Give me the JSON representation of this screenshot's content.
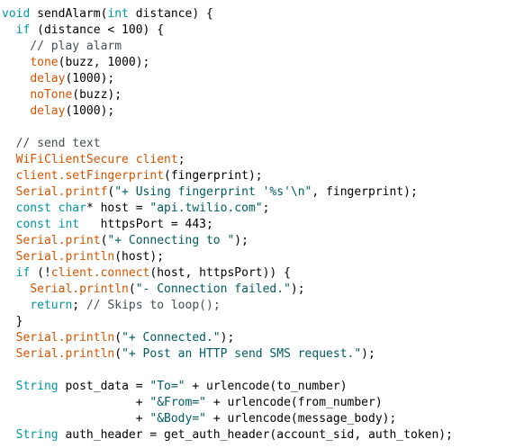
{
  "editor": {
    "palette": {
      "keyword": "#00979d",
      "function": "#d35400",
      "string": "#005c5f",
      "comment": "#434f54",
      "text": "#000000",
      "background": "#ffffff"
    },
    "lines": [
      [
        {
          "t": "kw",
          "v": "void"
        },
        {
          "t": "plain",
          "v": " sendAlarm("
        },
        {
          "t": "kw",
          "v": "int"
        },
        {
          "t": "plain",
          "v": " distance) {"
        }
      ],
      [
        {
          "t": "plain",
          "v": "  "
        },
        {
          "t": "kw",
          "v": "if"
        },
        {
          "t": "plain",
          "v": " (distance < 100) {"
        }
      ],
      [
        {
          "t": "cm",
          "v": "    // play alarm"
        }
      ],
      [
        {
          "t": "plain",
          "v": "    "
        },
        {
          "t": "fn",
          "v": "tone"
        },
        {
          "t": "plain",
          "v": "(buzz, 1000);"
        }
      ],
      [
        {
          "t": "plain",
          "v": "    "
        },
        {
          "t": "fn",
          "v": "delay"
        },
        {
          "t": "plain",
          "v": "(1000);"
        }
      ],
      [
        {
          "t": "plain",
          "v": "    "
        },
        {
          "t": "fn",
          "v": "noTone"
        },
        {
          "t": "plain",
          "v": "(buzz);"
        }
      ],
      [
        {
          "t": "plain",
          "v": "    "
        },
        {
          "t": "fn",
          "v": "delay"
        },
        {
          "t": "plain",
          "v": "(1000);"
        }
      ],
      [],
      [
        {
          "t": "cm",
          "v": "  // send text"
        }
      ],
      [
        {
          "t": "plain",
          "v": "  "
        },
        {
          "t": "fn",
          "v": "WiFiClientSecure"
        },
        {
          "t": "plain",
          "v": " "
        },
        {
          "t": "fn",
          "v": "client"
        },
        {
          "t": "plain",
          "v": ";"
        }
      ],
      [
        {
          "t": "plain",
          "v": "  "
        },
        {
          "t": "fn",
          "v": "client.setFingerprint"
        },
        {
          "t": "plain",
          "v": "(fingerprint);"
        }
      ],
      [
        {
          "t": "plain",
          "v": "  "
        },
        {
          "t": "fn",
          "v": "Serial.printf"
        },
        {
          "t": "plain",
          "v": "("
        },
        {
          "t": "str",
          "v": "\"+ Using fingerprint '%s'\\n\""
        },
        {
          "t": "plain",
          "v": ", fingerprint);"
        }
      ],
      [
        {
          "t": "plain",
          "v": "  "
        },
        {
          "t": "kw",
          "v": "const"
        },
        {
          "t": "plain",
          "v": " "
        },
        {
          "t": "kw",
          "v": "char"
        },
        {
          "t": "plain",
          "v": "* host = "
        },
        {
          "t": "str",
          "v": "\"api.twilio.com\""
        },
        {
          "t": "plain",
          "v": ";"
        }
      ],
      [
        {
          "t": "plain",
          "v": "  "
        },
        {
          "t": "kw",
          "v": "const"
        },
        {
          "t": "plain",
          "v": " "
        },
        {
          "t": "kw",
          "v": "int"
        },
        {
          "t": "plain",
          "v": "   httpsPort = 443;"
        }
      ],
      [
        {
          "t": "plain",
          "v": "  "
        },
        {
          "t": "fn",
          "v": "Serial.print"
        },
        {
          "t": "plain",
          "v": "("
        },
        {
          "t": "str",
          "v": "\"+ Connecting to \""
        },
        {
          "t": "plain",
          "v": ");"
        }
      ],
      [
        {
          "t": "plain",
          "v": "  "
        },
        {
          "t": "fn",
          "v": "Serial.println"
        },
        {
          "t": "plain",
          "v": "(host);"
        }
      ],
      [
        {
          "t": "plain",
          "v": "  "
        },
        {
          "t": "kw",
          "v": "if"
        },
        {
          "t": "plain",
          "v": " (!"
        },
        {
          "t": "fn",
          "v": "client.connect"
        },
        {
          "t": "plain",
          "v": "(host, httpsPort)) {"
        }
      ],
      [
        {
          "t": "plain",
          "v": "    "
        },
        {
          "t": "fn",
          "v": "Serial.println"
        },
        {
          "t": "plain",
          "v": "("
        },
        {
          "t": "str",
          "v": "\"- Connection failed.\""
        },
        {
          "t": "plain",
          "v": ");"
        }
      ],
      [
        {
          "t": "plain",
          "v": "    "
        },
        {
          "t": "kw",
          "v": "return"
        },
        {
          "t": "plain",
          "v": "; "
        },
        {
          "t": "cm",
          "v": "// Skips to loop();"
        }
      ],
      [
        {
          "t": "plain",
          "v": "  }"
        }
      ],
      [
        {
          "t": "plain",
          "v": "  "
        },
        {
          "t": "fn",
          "v": "Serial.println"
        },
        {
          "t": "plain",
          "v": "("
        },
        {
          "t": "str",
          "v": "\"+ Connected.\""
        },
        {
          "t": "plain",
          "v": ");"
        }
      ],
      [
        {
          "t": "plain",
          "v": "  "
        },
        {
          "t": "fn",
          "v": "Serial.println"
        },
        {
          "t": "plain",
          "v": "("
        },
        {
          "t": "str",
          "v": "\"+ Post an HTTP send SMS request.\""
        },
        {
          "t": "plain",
          "v": ");"
        }
      ],
      [],
      [
        {
          "t": "plain",
          "v": "  "
        },
        {
          "t": "kw",
          "v": "String"
        },
        {
          "t": "plain",
          "v": " post_data = "
        },
        {
          "t": "str",
          "v": "\"To=\""
        },
        {
          "t": "plain",
          "v": " + urlencode(to_number)"
        }
      ],
      [
        {
          "t": "plain",
          "v": "                   + "
        },
        {
          "t": "str",
          "v": "\"&From=\""
        },
        {
          "t": "plain",
          "v": " + urlencode(from_number)"
        }
      ],
      [
        {
          "t": "plain",
          "v": "                   + "
        },
        {
          "t": "str",
          "v": "\"&Body=\""
        },
        {
          "t": "plain",
          "v": " + urlencode(message_body);"
        }
      ],
      [
        {
          "t": "plain",
          "v": "  "
        },
        {
          "t": "kw",
          "v": "String"
        },
        {
          "t": "plain",
          "v": " auth_header = get_auth_header(account_sid, auth_token);"
        }
      ]
    ]
  }
}
